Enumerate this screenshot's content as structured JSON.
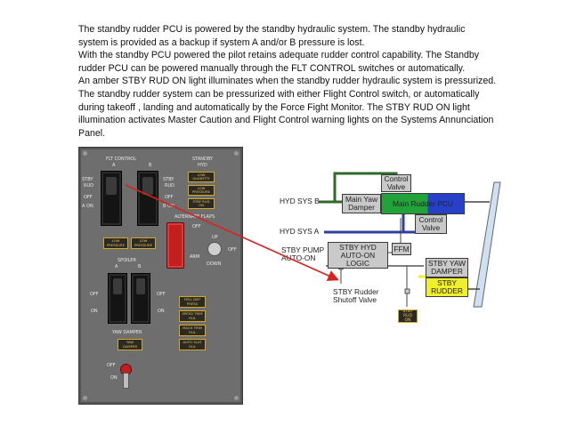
{
  "description_text": {
    "paragraphs": [
      "The standby rudder PCU is powered by the standby hydraulic system. The standby hydraulic system is provided as a backup if system A and/or B pressure is lost.",
      "With the standby PCU powered the pilot retains adequate rudder control capability. The Standby rudder PCU can be powered manually through the FLT CONTROL switches or automatically.",
      "An amber STBY RUD ON light illuminates when the standby rudder hydraulic system is pressurized. The standby rudder system can be pressurized with either Flight Control switch, or automatically during takeoff , landing and automatically by the Force Fight Monitor. The STBY RUD ON light illumination activates Master Caution and Flight Control warning lights on the Systems Annunciation Panel."
    ]
  },
  "panel": {
    "flt_control_label": "FLT CONTROL",
    "a_label": "A",
    "b_label": "B",
    "switch_a_labels": [
      "STBY",
      "RUD",
      "OFF",
      "A ON"
    ],
    "switch_b_labels": [
      "STBY",
      "RUD",
      "OFF",
      "B ON"
    ],
    "standby_hyd_label": [
      "STANDBY",
      "HYD"
    ],
    "standby_lights": [
      "LOW QUANTITY",
      "LOW PRESSURE",
      "STBY RUD ON"
    ],
    "low_pressure_lights": [
      "LOW PRESSURE",
      "LOW PRESSURE"
    ],
    "alternate_flaps_label": "ALTERNATE FLAPS",
    "alt_flaps_guard_labels": [
      "OFF",
      "ARM"
    ],
    "alt_flaps_switch_labels": [
      "UP",
      "OFF",
      "DOWN"
    ],
    "spoiler_label": "SPOILER",
    "spoiler_switch_labels": [
      "OFF",
      "ON",
      "OFF",
      "ON"
    ],
    "right_lights": [
      "FEEL DIFF PRESS",
      "SPEED TRIM FAIL",
      "MACH TRIM FAIL",
      "AUTO SLAT FAIL"
    ],
    "yaw_damper_label": "YAW DAMPER",
    "yaw_damper_light": "YAW DAMPER",
    "yaw_switch_labels": [
      "OFF",
      "ON"
    ]
  },
  "diagram": {
    "labels": {
      "hyd_sys_b": "HYD SYS B",
      "hyd_sys_a": "HYD SYS A",
      "stby_pump_auto_on": [
        "STBY PUMP",
        "AUTO-ON"
      ],
      "shutoff_valve": [
        "STBY Rudder",
        "Shutoff Valve"
      ]
    },
    "boxes": {
      "control_valve_top": [
        "Control",
        "Valve"
      ],
      "main_yaw_damper": [
        "Main Yaw",
        "Damper"
      ],
      "main_rudder_pcu": "Main Rudder PCU",
      "control_valve_bottom": [
        "Control",
        "Valve"
      ],
      "ffm": "FFM",
      "stby_hyd_logic": [
        "STBY HYD",
        "AUTO-ON",
        "LOGIC"
      ],
      "stby_yaw_damper": [
        "STBY YAW",
        "DAMPER"
      ],
      "stby_rudder": [
        "STBY",
        "RUDDER"
      ],
      "stby_rud_on_light": [
        "STBY",
        "RUD ON"
      ]
    },
    "colors": {
      "hyd_b_line": "#2f6a2b",
      "hyd_a_line": "#2f3f9c",
      "main_rudder_green": "#21a33a",
      "main_rudder_blue": "#2740c9",
      "stby_yellow": "#f1ef2c",
      "box_gray": "#c9c9c9",
      "pointer_red": "#d9221e",
      "amber": "#d3a928"
    }
  }
}
